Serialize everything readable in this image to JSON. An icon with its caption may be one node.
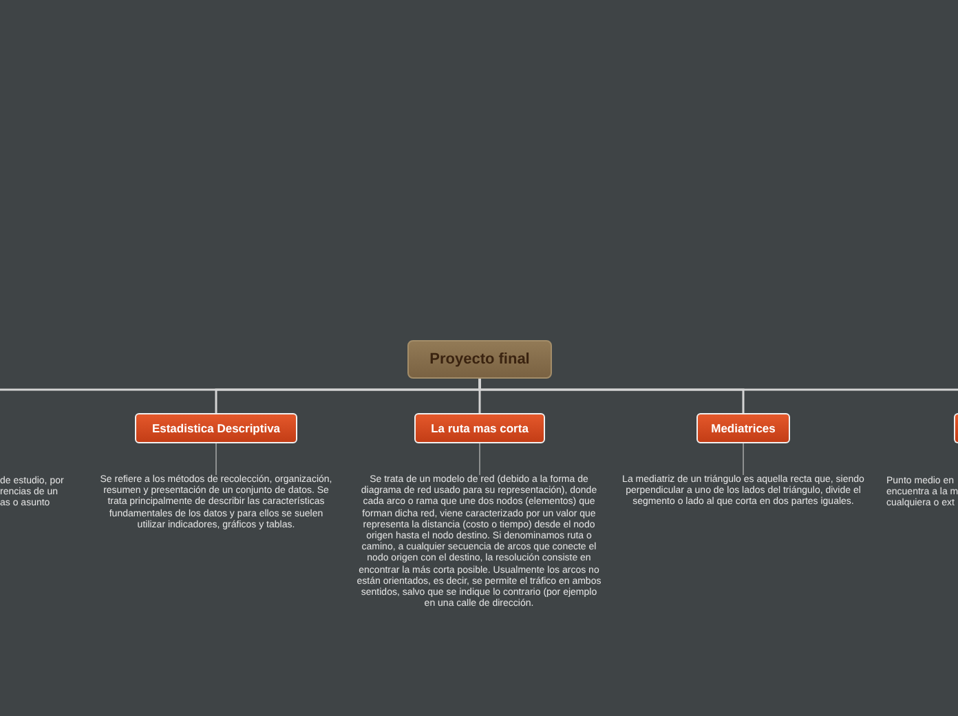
{
  "diagram": {
    "nodes": [
      {
        "text": [
          "Proyecto final"
        ]
      },
      {
        "text": [
          "Estadistica Descriptiva"
        ]
      },
      {
        "text": [
          "Se refiere a los métodos de recolección, organización, resumen y presentación de un conjunto de datos. Se trata principalmente de describir las características fundamentales de los datos y para ellos se suelen utilizar indicadores, gráficos y tablas."
        ]
      },
      {
        "text": [
          "La ruta mas corta"
        ]
      },
      {
        "text": [
          "Se trata de un modelo de red (debido a la forma de diagrama de red usado para su representación), donde cada arco o rama que une dos nodos (elementos) que forman dicha red, viene caracterizado por un valor que representa la distancia (costo o tiempo) desde el nodo origen hasta el nodo destino. Si denominamos ruta o camino, a cualquier secuencia de arcos que conecte el nodo origen con el destino, la resolución consiste en encontrar la más corta posible. Usualmente los arcos no están orientados, es decir, se permite el tráfico en ambos sentidos, salvo que se indique lo contrario (por ejemplo en una calle de dirección."
        ]
      },
      {
        "text": [
          "Mediatrices"
        ]
      },
      {
        "text": [
          "La mediatriz de un triángulo es aquella recta que, siendo perpendicular a uno de los lados del triángulo, divide el segmento o lado al que corta en dos partes iguales."
        ]
      },
      {
        "text": [],
        "shape": "box"
      }
    ],
    "edges": [
      {
        "from": 0,
        "to": 1,
        "arrow": "none"
      },
      {
        "from": 0,
        "to": 3,
        "arrow": "none"
      },
      {
        "from": 0,
        "to": 5,
        "arrow": "none"
      },
      {
        "from": 0,
        "to": null,
        "arrow": "none"
      },
      {
        "from": 0,
        "to": null,
        "arrow": "none"
      },
      {
        "from": 1,
        "to": 2,
        "arrow": "none"
      },
      {
        "from": 3,
        "to": 4,
        "arrow": "none"
      },
      {
        "from": 5,
        "to": 6,
        "arrow": "none"
      }
    ],
    "labels": [
      "de estudio, por",
      "rencias de un",
      "as o asunto",
      "Punto medio en",
      "encuentra a la m",
      "cualquiera o ext"
    ]
  }
}
